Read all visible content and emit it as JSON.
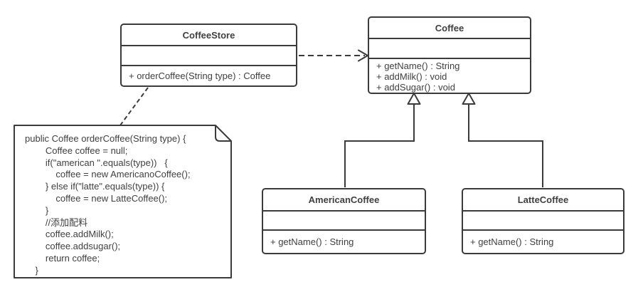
{
  "diagram": {
    "type": "uml-class-diagram",
    "background_color": "#ffffff",
    "stroke_color": "#3b3b3b",
    "text_color": "#3f3f3f"
  },
  "classes": [
    {
      "name": "CoffeeStore",
      "attributes": [],
      "methods": [
        "+ orderCoffee(String type) : Coffee"
      ]
    },
    {
      "name": "Coffee",
      "attributes": [],
      "methods": [
        "+ getName() : String",
        "+ addMilk() : void",
        "+ addSugar() : void"
      ]
    },
    {
      "name": "AmericanCoffee",
      "attributes": [],
      "methods": [
        "+ getName() : String"
      ]
    },
    {
      "name": "LatteCoffee",
      "attributes": [],
      "methods": [
        "+ getName() : String"
      ]
    }
  ],
  "note": {
    "code_lines": [
      "public Coffee orderCoffee(String type) {",
      "        Coffee coffee = null;",
      "        if(\"american \".equals(type))   {",
      "            coffee = new AmericanoCoffee();",
      "        } else if(\"latte\".equals(type)) {",
      "            coffee = new LatteCoffee();",
      "        }",
      "        //添加配料",
      "        coffee.addMilk();",
      "        coffee.addsugar();",
      "        return coffee;",
      "    }"
    ]
  },
  "relationships": [
    {
      "type": "dependency",
      "from": "CoffeeStore",
      "to": "Coffee",
      "line": "dashed",
      "arrowhead": "open"
    },
    {
      "type": "generalization",
      "from": "AmericanCoffee",
      "to": "Coffee",
      "line": "solid",
      "arrowhead": "hollow-triangle"
    },
    {
      "type": "generalization",
      "from": "LatteCoffee",
      "to": "Coffee",
      "line": "solid",
      "arrowhead": "hollow-triangle"
    },
    {
      "type": "note-anchor",
      "from": "note",
      "to": "CoffeeStore",
      "line": "dashed",
      "arrowhead": "none"
    }
  ]
}
